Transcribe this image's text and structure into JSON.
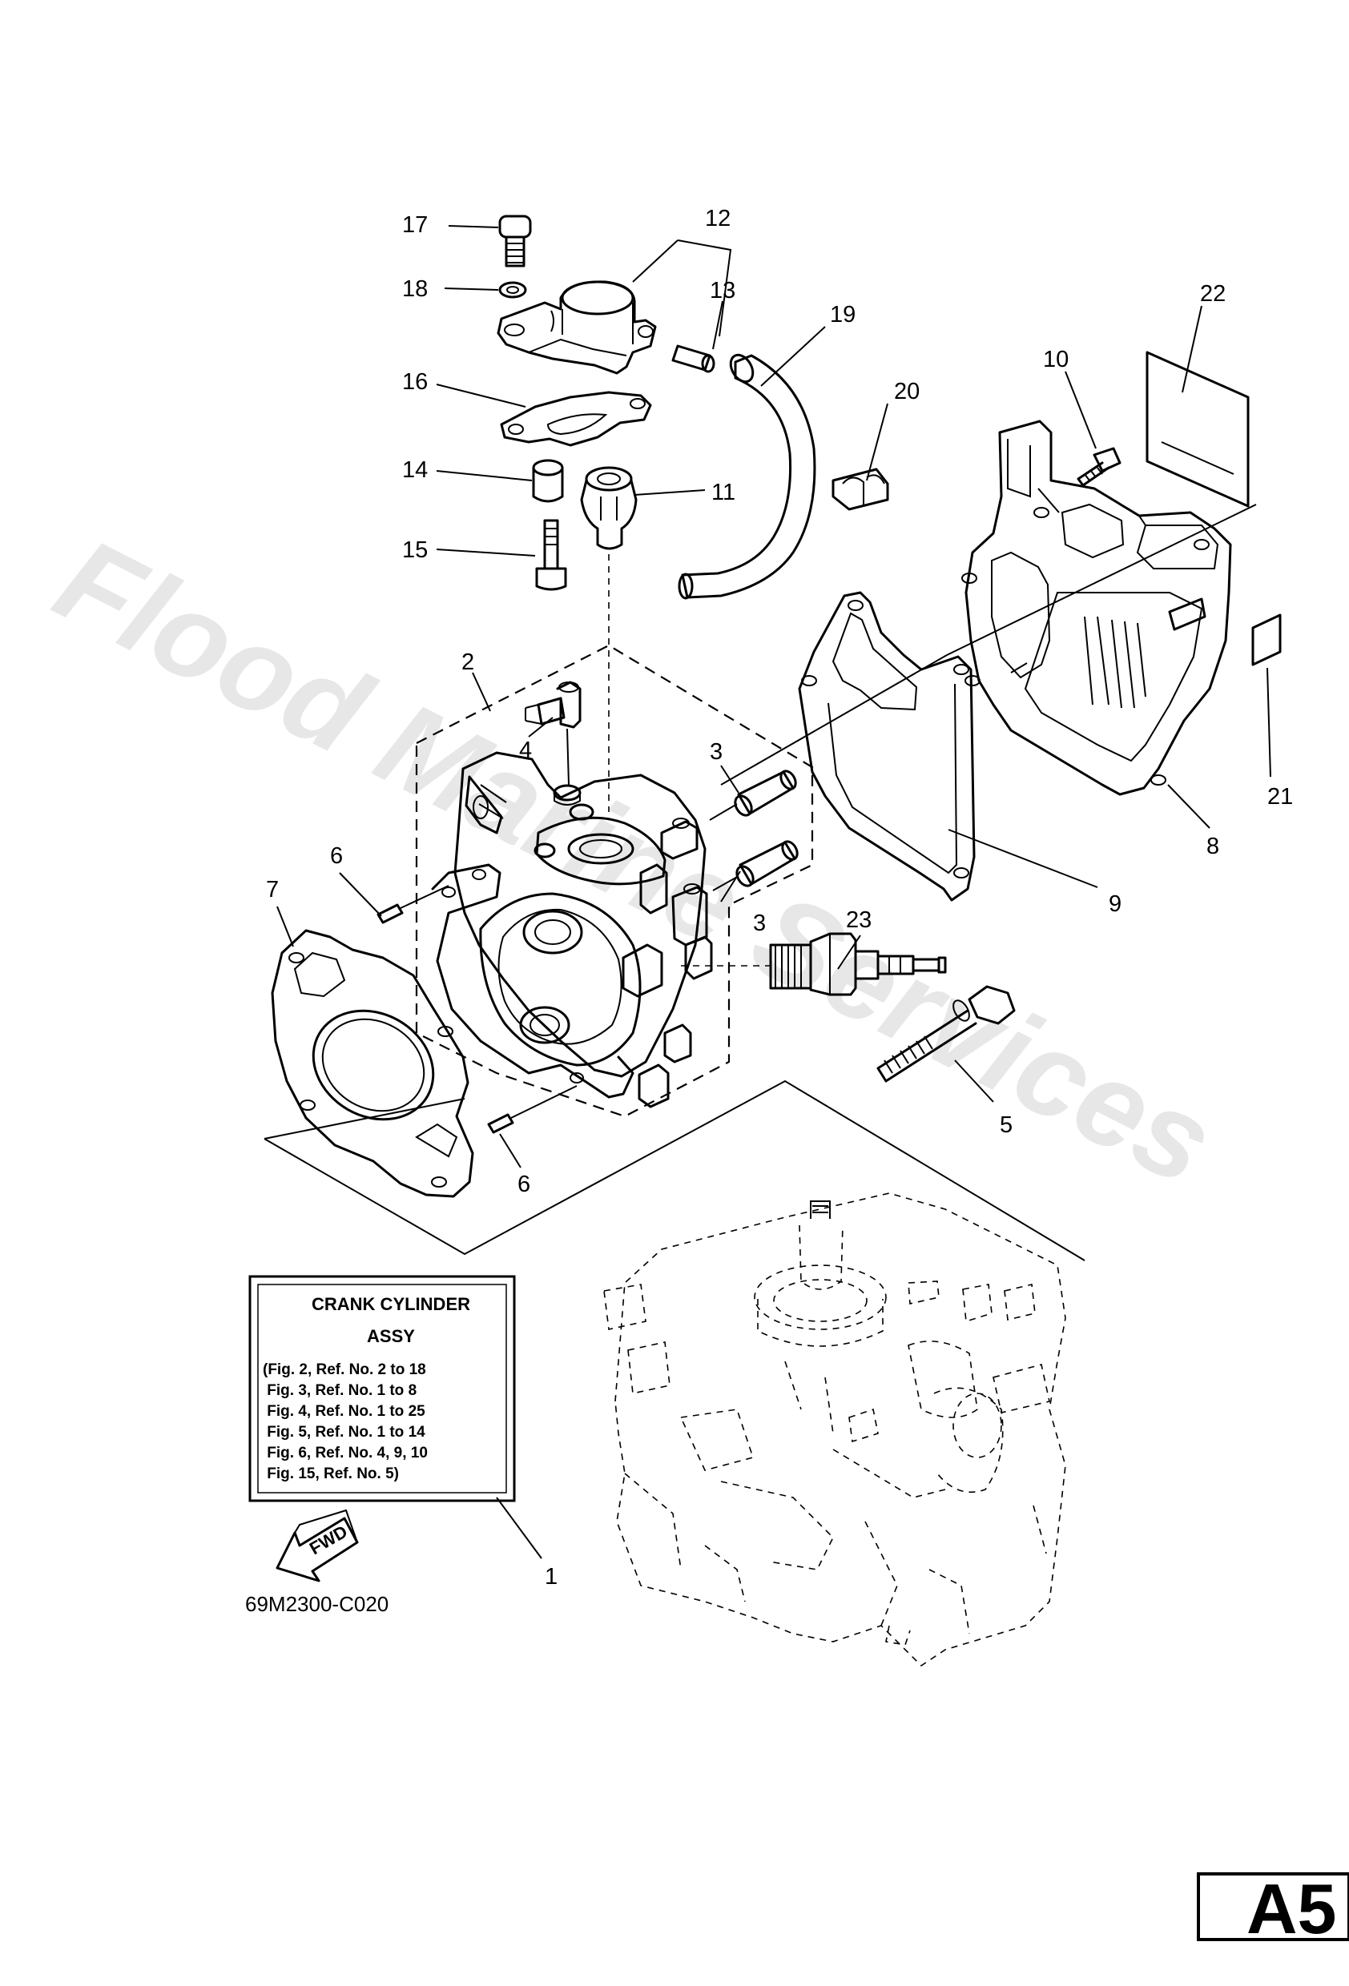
{
  "watermark": "Flood Marine Services",
  "callouts": [
    "17",
    "18",
    "12",
    "13",
    "19",
    "22",
    "16",
    "20",
    "10",
    "14",
    "11",
    "15",
    "2",
    "3",
    "4",
    "21",
    "8",
    "6",
    "7",
    "3",
    "9",
    "23",
    "5",
    "6",
    "1"
  ],
  "assembly_box": {
    "title_line1": "CRANK CYLINDER",
    "title_line2": "ASSY",
    "lines": [
      "(Fig. 2, Ref. No. 2 to 18",
      " Fig. 3, Ref. No. 1 to 8",
      " Fig. 4, Ref. No. 1 to 25",
      " Fig. 5, Ref. No. 1 to 14",
      " Fig. 6, Ref. No. 4, 9, 10",
      " Fig. 15, Ref. No. 5)"
    ]
  },
  "fwd_label": "FWD",
  "drawing_code": "69M2300-C020",
  "page_badge": "A5"
}
